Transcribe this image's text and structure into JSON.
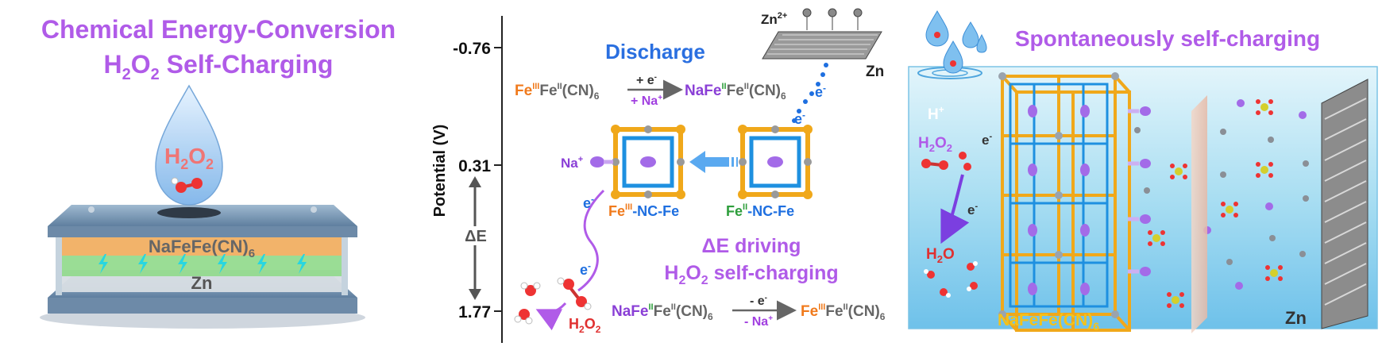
{
  "left_panel": {
    "title_line1": "Chemical Energy-Conversion",
    "title_line2_parts": [
      "H",
      "2",
      "O",
      "2",
      " Self-Charging"
    ],
    "droplet_label_parts": [
      "H",
      "2",
      "O",
      "2"
    ],
    "cathode_label_parts": [
      "NaFeFe(CN)",
      "6"
    ],
    "anode_label": "Zn"
  },
  "middle_panel": {
    "axis_label": "Potential (V)",
    "ticks": [
      "-0.76",
      "0.31",
      "1.77"
    ],
    "delta_e": "ΔE",
    "discharge_title": "Discharge",
    "zn_ion": "Zn",
    "zn_ion_charge": "2+",
    "zn_label": "Zn",
    "electron": "e",
    "electron_sign": "-",
    "discharge_reaction": {
      "reactant": [
        "Fe",
        "III",
        "Fe",
        "II",
        "(CN)",
        "6"
      ],
      "above_arrow": "+ e",
      "below_arrow": "+ Na",
      "product": [
        "NaFe",
        "II",
        "Fe",
        "II",
        "(CN)",
        "6"
      ]
    },
    "na_ion": "Na",
    "na_ion_charge": "+",
    "fe3_label": [
      "Fe",
      "III",
      "-NC-Fe"
    ],
    "fe2_label": [
      "Fe",
      "II",
      "-NC-Fe"
    ],
    "driving_line1": "ΔE driving",
    "driving_line2_parts": [
      "H",
      "2",
      "O",
      "2",
      " self-charging"
    ],
    "h2o2_label_parts": [
      "H",
      "2",
      "O",
      "2"
    ],
    "charge_reaction": {
      "reactant": [
        "NaFe",
        "II",
        "Fe",
        "II",
        "(CN)",
        "6"
      ],
      "above_arrow": "- e",
      "below_arrow": "- Na",
      "product": [
        "Fe",
        "III",
        "Fe",
        "II",
        "(CN)",
        "6"
      ]
    }
  },
  "right_panel": {
    "title": "Spontaneously self-charging",
    "h_plus": "H",
    "h_plus_charge": "+",
    "h2o2_parts": [
      "H",
      "2",
      "O",
      "2"
    ],
    "h2o_parts": [
      "H",
      "2",
      "O"
    ],
    "electron": "e",
    "framework_label_parts": [
      "NaFeFe(CN)",
      "6"
    ],
    "zn_label": "Zn"
  },
  "colors": {
    "purple_title": "#b05be8",
    "blue_title": "#2a6fe0",
    "orange": "#f07a1c",
    "green": "#2e9e3c",
    "red": "#e03030",
    "fe_purple": "#8a3fd6",
    "gray_text": "#555555",
    "gold_label": "#f4c21a"
  }
}
